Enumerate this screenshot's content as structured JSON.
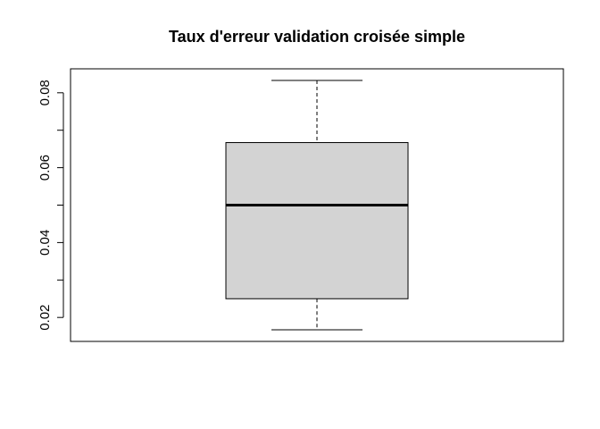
{
  "chart_data": {
    "type": "box",
    "title": "Taux d'erreur validation croisée simple",
    "xlabel": "",
    "ylabel": "",
    "ylim": [
      0.0136,
      0.0864
    ],
    "yticks": [
      0.02,
      0.03,
      0.04,
      0.05,
      0.06,
      0.07,
      0.08
    ],
    "ytick_labels": [
      "0.02",
      "",
      "0.04",
      "",
      "0.06",
      "",
      "0.08"
    ],
    "box": {
      "whisker_low": 0.0167,
      "q1": 0.025,
      "median": 0.05,
      "q3": 0.0667,
      "whisker_high": 0.0833
    },
    "box_fill": "#d3d3d3",
    "grid": false
  }
}
